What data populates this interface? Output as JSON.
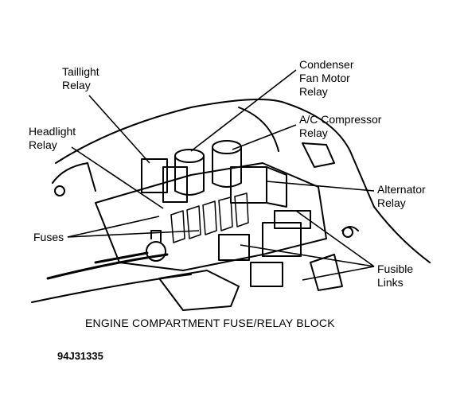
{
  "diagram": {
    "labels": {
      "taillight_relay": "Taillight\nRelay",
      "headlight_relay": "Headlight\nRelay",
      "condenser_fan_motor_relay": "Condenser\nFan Motor\nRelay",
      "ac_compressor_relay": "A/C Compressor\nRelay",
      "alternator_relay": "Alternator\nRelay",
      "fuses": "Fuses",
      "fusible_links": "Fusible\nLinks"
    },
    "caption": "ENGINE COMPARTMENT FUSE/RELAY BLOCK",
    "figure_code": "94J31335"
  }
}
